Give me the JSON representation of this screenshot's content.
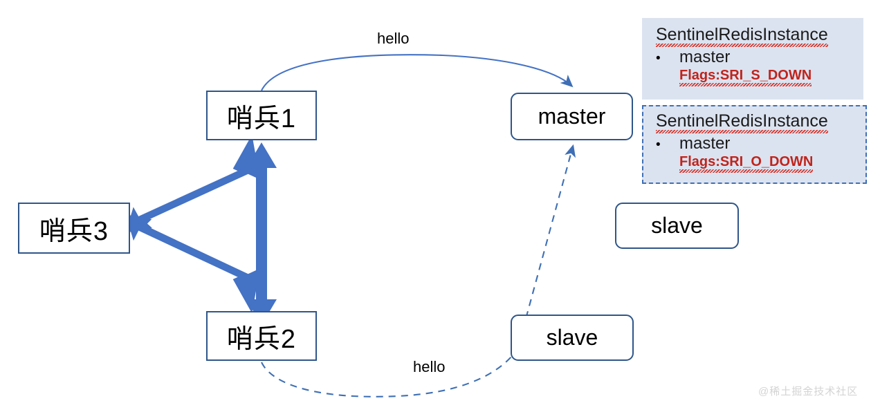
{
  "diagram": {
    "title": "Redis Sentinel subjective/objective down diagram",
    "colors": {
      "thick_arrow": "#4472C4",
      "thin_arrow": "#3E6FB5",
      "node_border": "#2E5589",
      "panel_background": "#DCE3F0",
      "panel_dashed_border": "#3E6FB5",
      "flags_text": "#C0241C",
      "squiggle": "#D33228",
      "watermark": "#D4D4D4"
    },
    "nodes": [
      {
        "id": "sentinel1",
        "label": "哨兵1",
        "shape": "rect"
      },
      {
        "id": "sentinel2",
        "label": "哨兵2",
        "shape": "rect"
      },
      {
        "id": "sentinel3",
        "label": "哨兵3",
        "shape": "rect"
      },
      {
        "id": "master",
        "label": "master",
        "shape": "rounded-rect"
      },
      {
        "id": "slave1",
        "label": "slave",
        "shape": "rounded-rect"
      },
      {
        "id": "slave2",
        "label": "slave",
        "shape": "rounded-rect"
      }
    ],
    "edges": [
      {
        "from": "sentinel1",
        "to": "sentinel3",
        "style": "thick-double-arrow"
      },
      {
        "from": "sentinel1",
        "to": "sentinel2",
        "style": "thick-double-arrow"
      },
      {
        "from": "sentinel3",
        "to": "sentinel2",
        "style": "thick-double-arrow"
      },
      {
        "from": "sentinel1",
        "to": "master",
        "style": "solid-curve-arrow",
        "label": "hello"
      },
      {
        "from": "sentinel2",
        "to": "master",
        "style": "dashed-curve-arrow",
        "label": "hello"
      }
    ],
    "labels": {
      "hello_top": "hello",
      "hello_bottom": "hello"
    },
    "panels": [
      {
        "id": "panel-sri-s-down",
        "title": "SentinelRedisInstance",
        "bullet": "•",
        "item": "master",
        "flags": "Flags:SRI_S_DOWN",
        "border": "none"
      },
      {
        "id": "panel-sri-o-down",
        "title": "SentinelRedisInstance",
        "bullet": "•",
        "item": "master",
        "flags": "Flags:SRI_O_DOWN",
        "border": "dashed"
      }
    ],
    "watermark": "@稀土掘金技术社区"
  }
}
